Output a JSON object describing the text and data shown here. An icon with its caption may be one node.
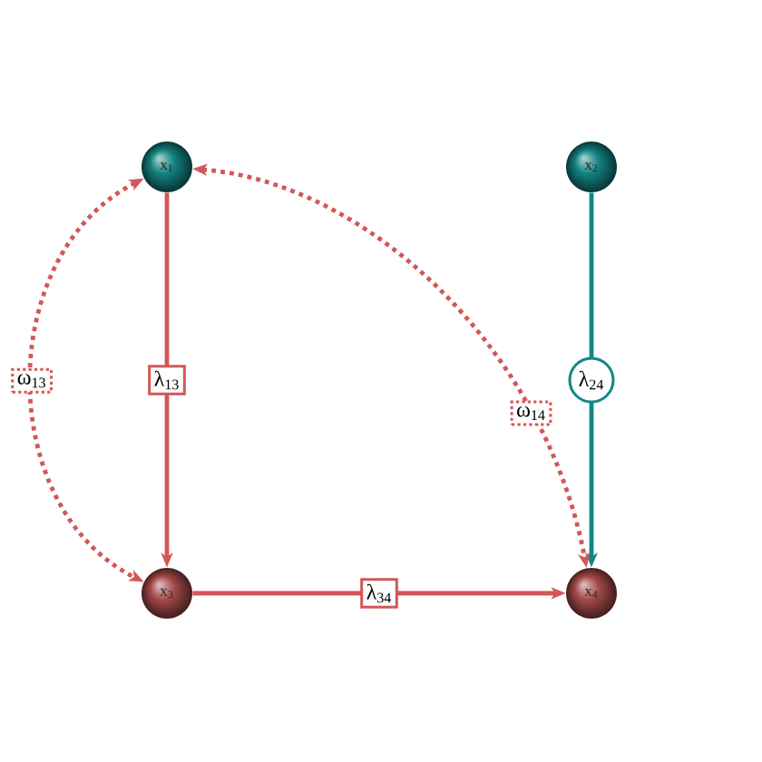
{
  "diagram": {
    "nodes": [
      {
        "text": [
          "x$_{1}$"
        ]
      },
      {
        "text": [
          "x$_{2}$"
        ]
      },
      {
        "text": [
          "x$_{3}$"
        ]
      },
      {
        "text": [
          "x$_{4}$"
        ]
      }
    ],
    "edges": [
      {
        "from": 0,
        "to": 2,
        "arrow": "to",
        "label": "λ$_{13}$"
      },
      {
        "from": 1,
        "to": 3,
        "arrow": "to",
        "label": "λ$_{24}$",
        "color": "#138784"
      },
      {
        "from": 2,
        "to": 3,
        "arrow": "to",
        "label": "λ$_{34}$"
      },
      {
        "from": 0,
        "to": 2,
        "arrow": "both",
        "label": "ω$_{13}$",
        "style": "dashed"
      },
      {
        "from": 0,
        "to": 3,
        "arrow": "both",
        "label": "ω$_{14}$",
        "style": "dashed"
      }
    ]
  }
}
